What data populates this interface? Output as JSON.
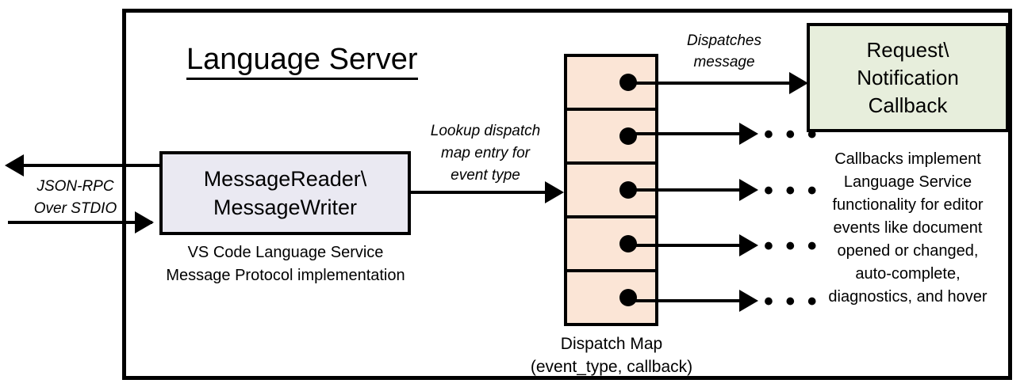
{
  "diagram": {
    "title": "Language Server",
    "frame_label": "language-server-boundary"
  },
  "left_io": {
    "label_line1": "JSON-RPC",
    "label_line2": "Over STDIO",
    "outbound_arrow": "arrow-left",
    "inbound_arrow": "arrow-right"
  },
  "message_box": {
    "line1": "MessageReader\\",
    "line2": "MessageWriter",
    "caption_line1": "VS Code Language Service",
    "caption_line2": "Message Protocol implementation",
    "fill": "#eae9f2"
  },
  "lookup_edge": {
    "label_line1": "Lookup dispatch",
    "label_line2": "map entry for",
    "label_line3": "event type"
  },
  "dispatch_map": {
    "caption_line1": "Dispatch Map",
    "caption_line2": "(event_type, callback)",
    "fill": "#fbe5d6",
    "rows": [
      {
        "id": "row-1",
        "dot": "callback-dot"
      },
      {
        "id": "row-2",
        "dot": "callback-dot"
      },
      {
        "id": "row-3",
        "dot": "callback-dot"
      },
      {
        "id": "row-4",
        "dot": "callback-dot"
      },
      {
        "id": "row-5",
        "dot": "callback-dot"
      }
    ]
  },
  "dispatch_edge": {
    "label_line1": "Dispatches",
    "label_line2": "message"
  },
  "callback_box": {
    "line1": "Request\\",
    "line2": "Notification",
    "line3": "Callback",
    "fill": "#e7eedc",
    "caption_line1": "Callbacks implement",
    "caption_line2": "Language Service",
    "caption_line3": "functionality for editor",
    "caption_line4": "events like document",
    "caption_line5": "opened or changed,",
    "caption_line6": "auto-complete,",
    "caption_line7": "diagnostics, and hover"
  },
  "ellipses": {
    "glyph": "• • •",
    "count": 4
  },
  "colors": {
    "stroke": "#000000",
    "background": "#ffffff"
  }
}
